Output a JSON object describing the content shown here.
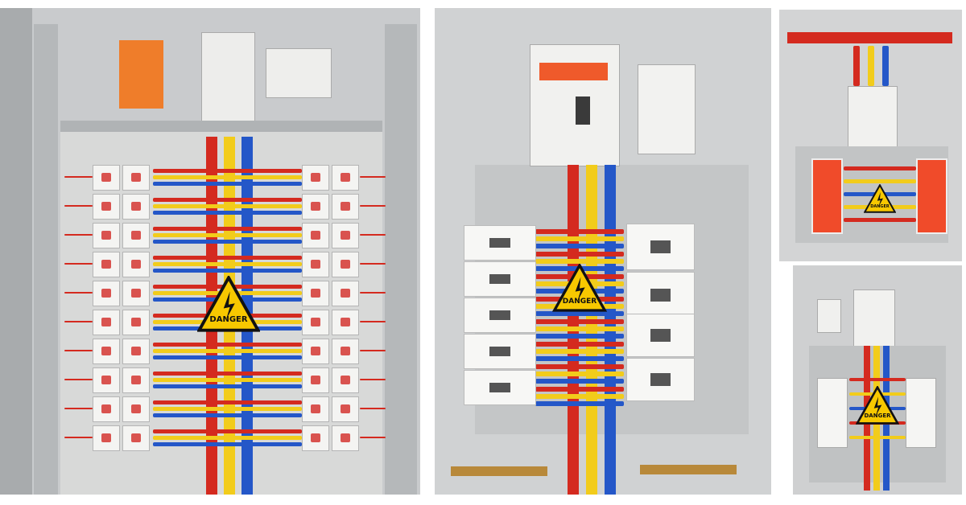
{
  "photos": [
    {
      "label": "DANGER",
      "rows": 10
    },
    {
      "label": "DANGER",
      "rows": 8
    },
    {
      "label": "DANGER",
      "rows": 5
    },
    {
      "label": "DANGER",
      "rows": 5
    }
  ],
  "colors": {
    "red": "#d42a1f",
    "yellow": "#f2cc1b",
    "blue": "#2457c8",
    "cabinet": "#cfd1d3",
    "warning": "#f7c800"
  }
}
